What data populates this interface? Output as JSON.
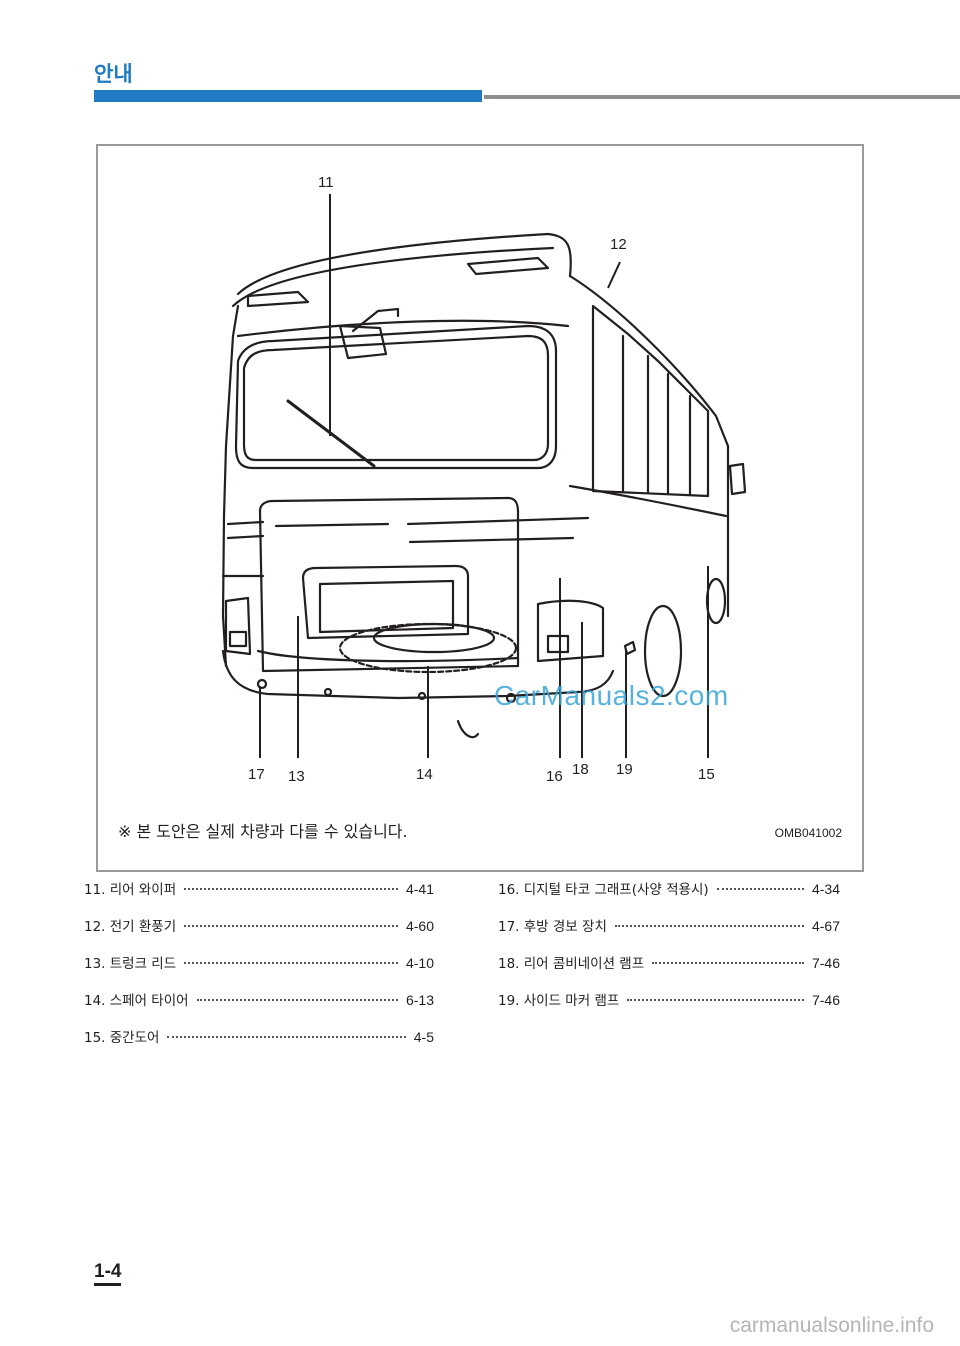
{
  "header": {
    "section_title": "안내"
  },
  "figure": {
    "callouts": [
      "11",
      "12",
      "13",
      "14",
      "15",
      "16",
      "17",
      "18",
      "19"
    ],
    "note": "※ 본 도안은 실제 차량과 다를 수 있습니다.",
    "code": "OMB041002",
    "watermark": "CarManuals2.com"
  },
  "toc_left": [
    {
      "label": "11. 리어 와이퍼",
      "page": "4-41"
    },
    {
      "label": "12. 전기 환풍기",
      "page": "4-60"
    },
    {
      "label": "13. 트렁크 리드",
      "page": "4-10"
    },
    {
      "label": "14. 스페어 타이어",
      "page": "6-13"
    },
    {
      "label": "15. 중간도어",
      "page": "4-5"
    }
  ],
  "toc_right": [
    {
      "label": "16. 디지털 타코 그래프(사양 적용시)",
      "page": "4-34"
    },
    {
      "label": "17. 후방 경보 장치",
      "page": "4-67"
    },
    {
      "label": "18. 리어 콤비네이션 램프",
      "page": "7-46"
    },
    {
      "label": "19. 사이드 마커 램프",
      "page": "7-46"
    }
  ],
  "footer": {
    "page_number": "1-4",
    "site": "carmanualsonline.info"
  }
}
